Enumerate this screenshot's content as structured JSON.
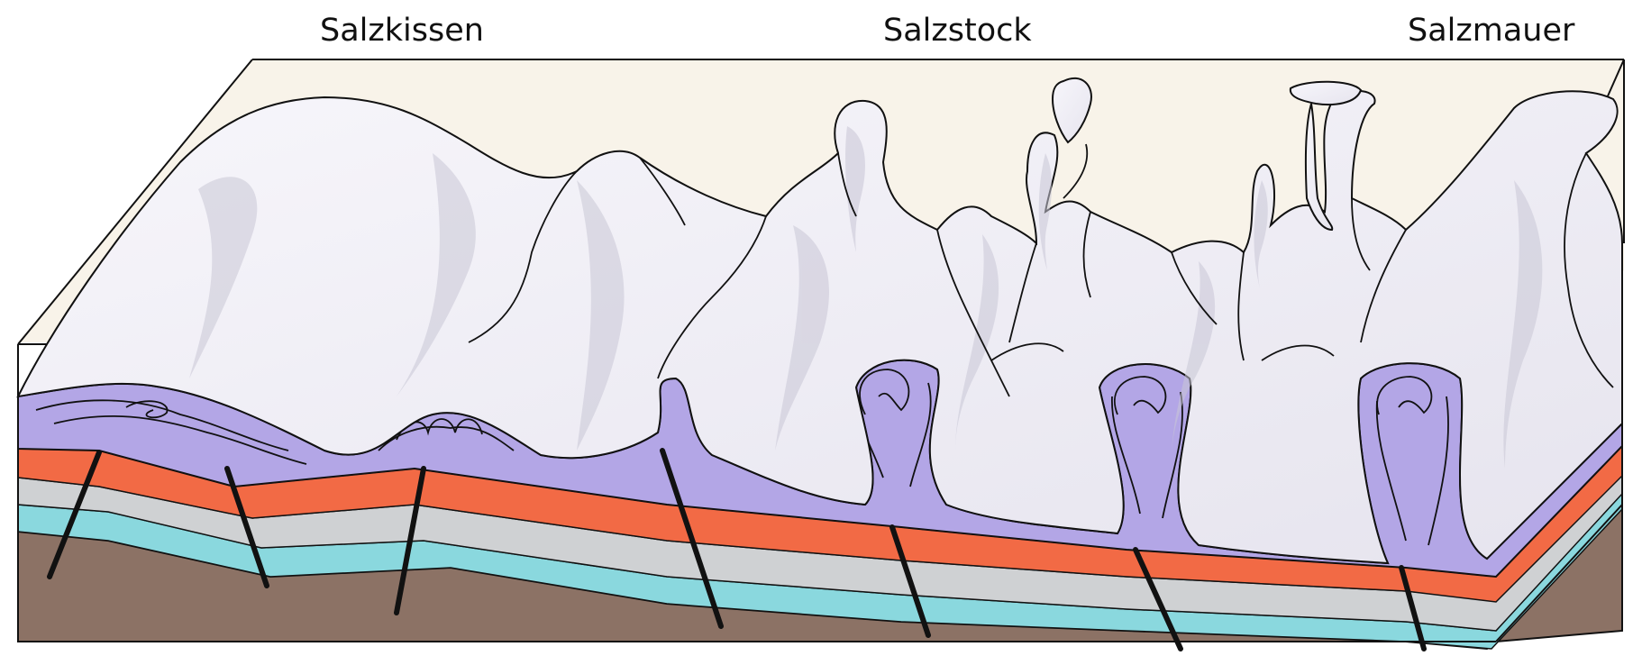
{
  "labels": {
    "salzkissen": "Salzkissen",
    "salzstock": "Salzstock",
    "salzmauer": "Salzmauer"
  },
  "colors": {
    "background_box": "#f8f3e9",
    "salt_surface": "#f1f0f6",
    "salt_shadow": "#c9c6d6",
    "salt_section": "#b3a6e6",
    "orange_layer": "#f26a45",
    "grey_layer": "#cfd1d3",
    "cyan_layer": "#8ad8de",
    "basement": "#8c7265",
    "outline": "#111111"
  }
}
